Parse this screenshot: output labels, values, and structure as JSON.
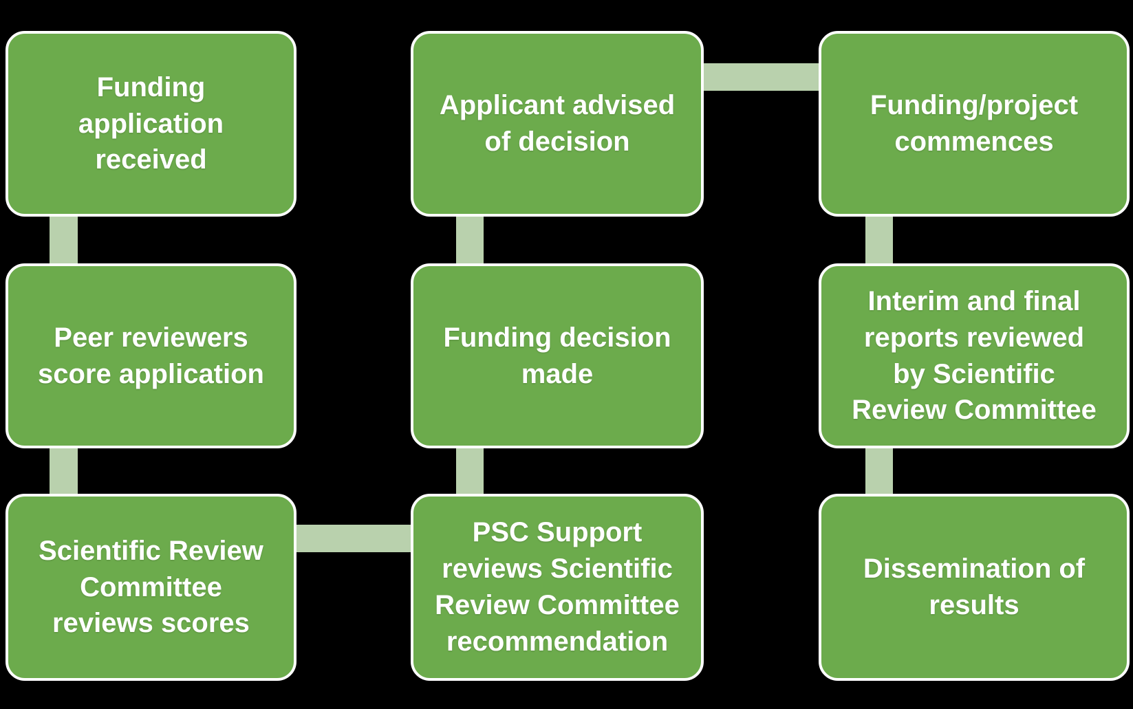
{
  "colors": {
    "background": "#000000",
    "box_fill": "#6CAB4C",
    "box_border": "#FFFFFF",
    "connector_fill": "#B9D1AD",
    "text_color": "#FFFFFF"
  },
  "flowchart": {
    "description": "Funding application review process flow, snaking down column 1, up column 2, down column 3",
    "steps": [
      {
        "order": 1,
        "col": 1,
        "row": 1,
        "label": "Funding\napplication\nreceived"
      },
      {
        "order": 2,
        "col": 1,
        "row": 2,
        "label": "Peer reviewers\nscore application"
      },
      {
        "order": 3,
        "col": 1,
        "row": 3,
        "label": "Scientific Review\nCommittee\nreviews scores"
      },
      {
        "order": 4,
        "col": 2,
        "row": 3,
        "label": "PSC Support\nreviews Scientific\nReview Committee\nrecommendation"
      },
      {
        "order": 5,
        "col": 2,
        "row": 2,
        "label": "Funding decision\nmade"
      },
      {
        "order": 6,
        "col": 2,
        "row": 1,
        "label": "Applicant advised\nof decision"
      },
      {
        "order": 7,
        "col": 3,
        "row": 1,
        "label": "Funding/project\ncommences"
      },
      {
        "order": 8,
        "col": 3,
        "row": 2,
        "label": "Interim and final\nreports reviewed\nby Scientific\nReview Committee"
      },
      {
        "order": 9,
        "col": 3,
        "row": 3,
        "label": "Dissemination of\nresults"
      }
    ],
    "connections": [
      {
        "from": 1,
        "to": 2
      },
      {
        "from": 2,
        "to": 3
      },
      {
        "from": 3,
        "to": 4
      },
      {
        "from": 4,
        "to": 5
      },
      {
        "from": 5,
        "to": 6
      },
      {
        "from": 6,
        "to": 7
      },
      {
        "from": 7,
        "to": 8
      },
      {
        "from": 8,
        "to": 9
      }
    ]
  }
}
